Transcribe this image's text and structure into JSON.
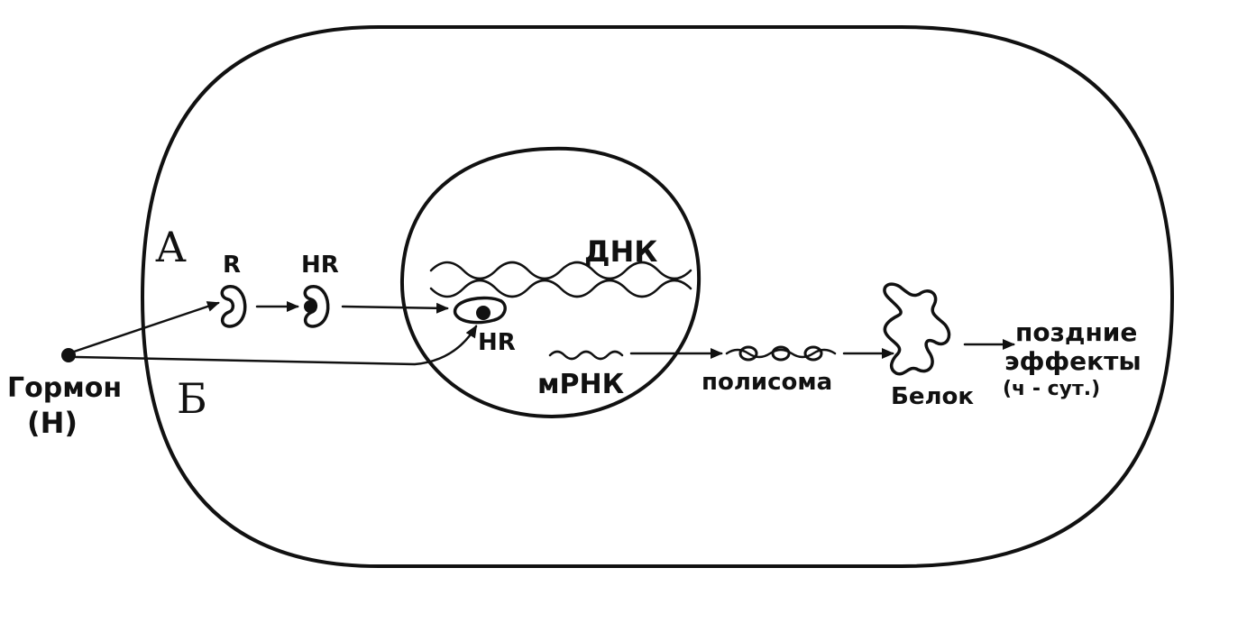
{
  "labels": {
    "pathway_a": "А",
    "pathway_b": "Б",
    "receptor": "R",
    "hormone_receptor_cytoplasm": "HR",
    "hormone_receptor_nucleus": "HR",
    "dna": "ДНК",
    "mrna": "мРНК",
    "polysome": "полисома",
    "protein": "Белок",
    "late_effects_line1": "поздние",
    "late_effects_line2": "эффекты",
    "late_effects_time": "(ч - сут.)",
    "hormone_line1": "Гормон",
    "hormone_line2": "(Н)"
  },
  "colors": {
    "ink": "#111111",
    "background": "#ffffff"
  }
}
